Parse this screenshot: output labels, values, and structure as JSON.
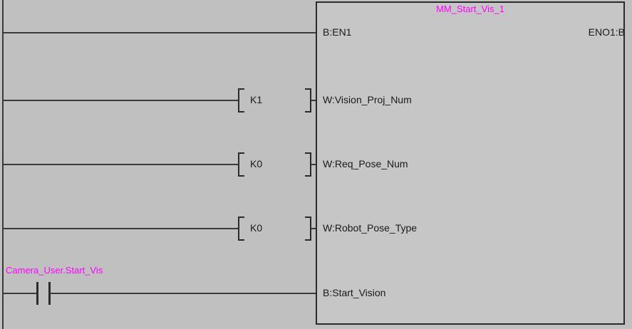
{
  "editor": {
    "background_color": "#c0c0c0",
    "wire_color": "#3a3a3a",
    "label_color": "#1a1a1a",
    "tag_color": "#ff00ff",
    "block_fill": "#c6c6c6",
    "block_border": "#2b2b2b"
  },
  "function_block": {
    "instance_name": "MM_Start_Vis_1",
    "inputs": [
      {
        "pin": "B:EN1"
      },
      {
        "pin": "W:Vision_Proj_Num"
      },
      {
        "pin": "W:Req_Pose_Num"
      },
      {
        "pin": "W:Robot_Pose_Type"
      },
      {
        "pin": "B:Start_Vision"
      }
    ],
    "outputs": [
      {
        "pin": "ENO1:B"
      }
    ]
  },
  "rungs": [
    {
      "index": 1,
      "pin": "B:EN1",
      "element": "wire",
      "constant": "",
      "tag": ""
    },
    {
      "index": 2,
      "pin": "W:Vision_Proj_Num",
      "element": "constant",
      "constant": "K1",
      "tag": ""
    },
    {
      "index": 3,
      "pin": "W:Req_Pose_Num",
      "element": "constant",
      "constant": "K0",
      "tag": ""
    },
    {
      "index": 4,
      "pin": "W:Robot_Pose_Type",
      "element": "constant",
      "constant": "K0",
      "tag": ""
    },
    {
      "index": 5,
      "pin": "B:Start_Vision",
      "element": "contact-no",
      "constant": "",
      "tag": "Camera_User.Start_Vis"
    }
  ]
}
